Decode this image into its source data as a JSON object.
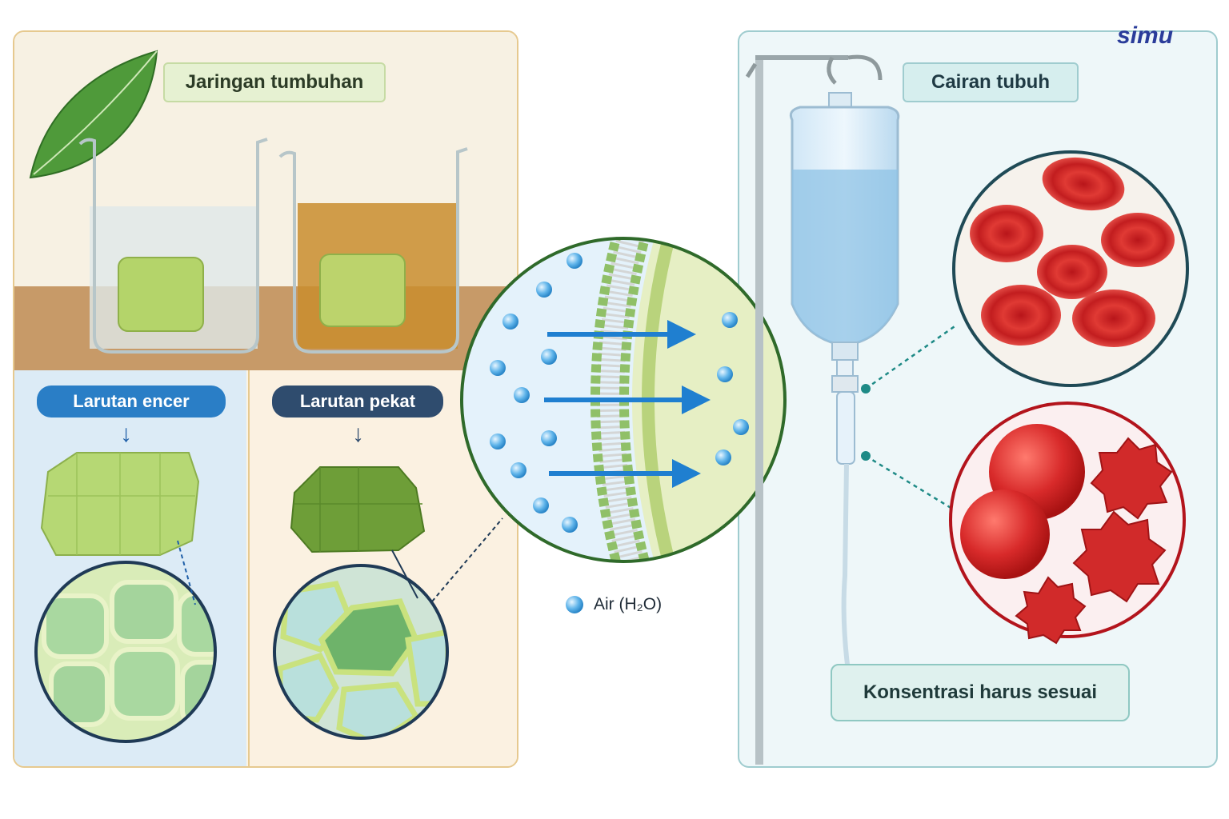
{
  "brand": {
    "logo_text": "simu"
  },
  "plant_panel": {
    "title": "Jaringan tumbuhan",
    "dilute_label": "Larutan encer",
    "concentrated_label": "Larutan pekat"
  },
  "membrane": {
    "legend_label": "Air (H₂O)"
  },
  "body_panel": {
    "title": "Cairan tubuh",
    "footer_label": "Konsentrasi harus sesuai"
  },
  "colors": {
    "plant_border": "#e6c98f",
    "body_border": "#9fcccf",
    "dilute_pill": "#2a7ec6",
    "concentrated_pill": "#2f4c6e",
    "arrow_blue": "#1f7fd0",
    "cell_red": "#d42a2a",
    "tissue_green": "#a9cf6a"
  }
}
